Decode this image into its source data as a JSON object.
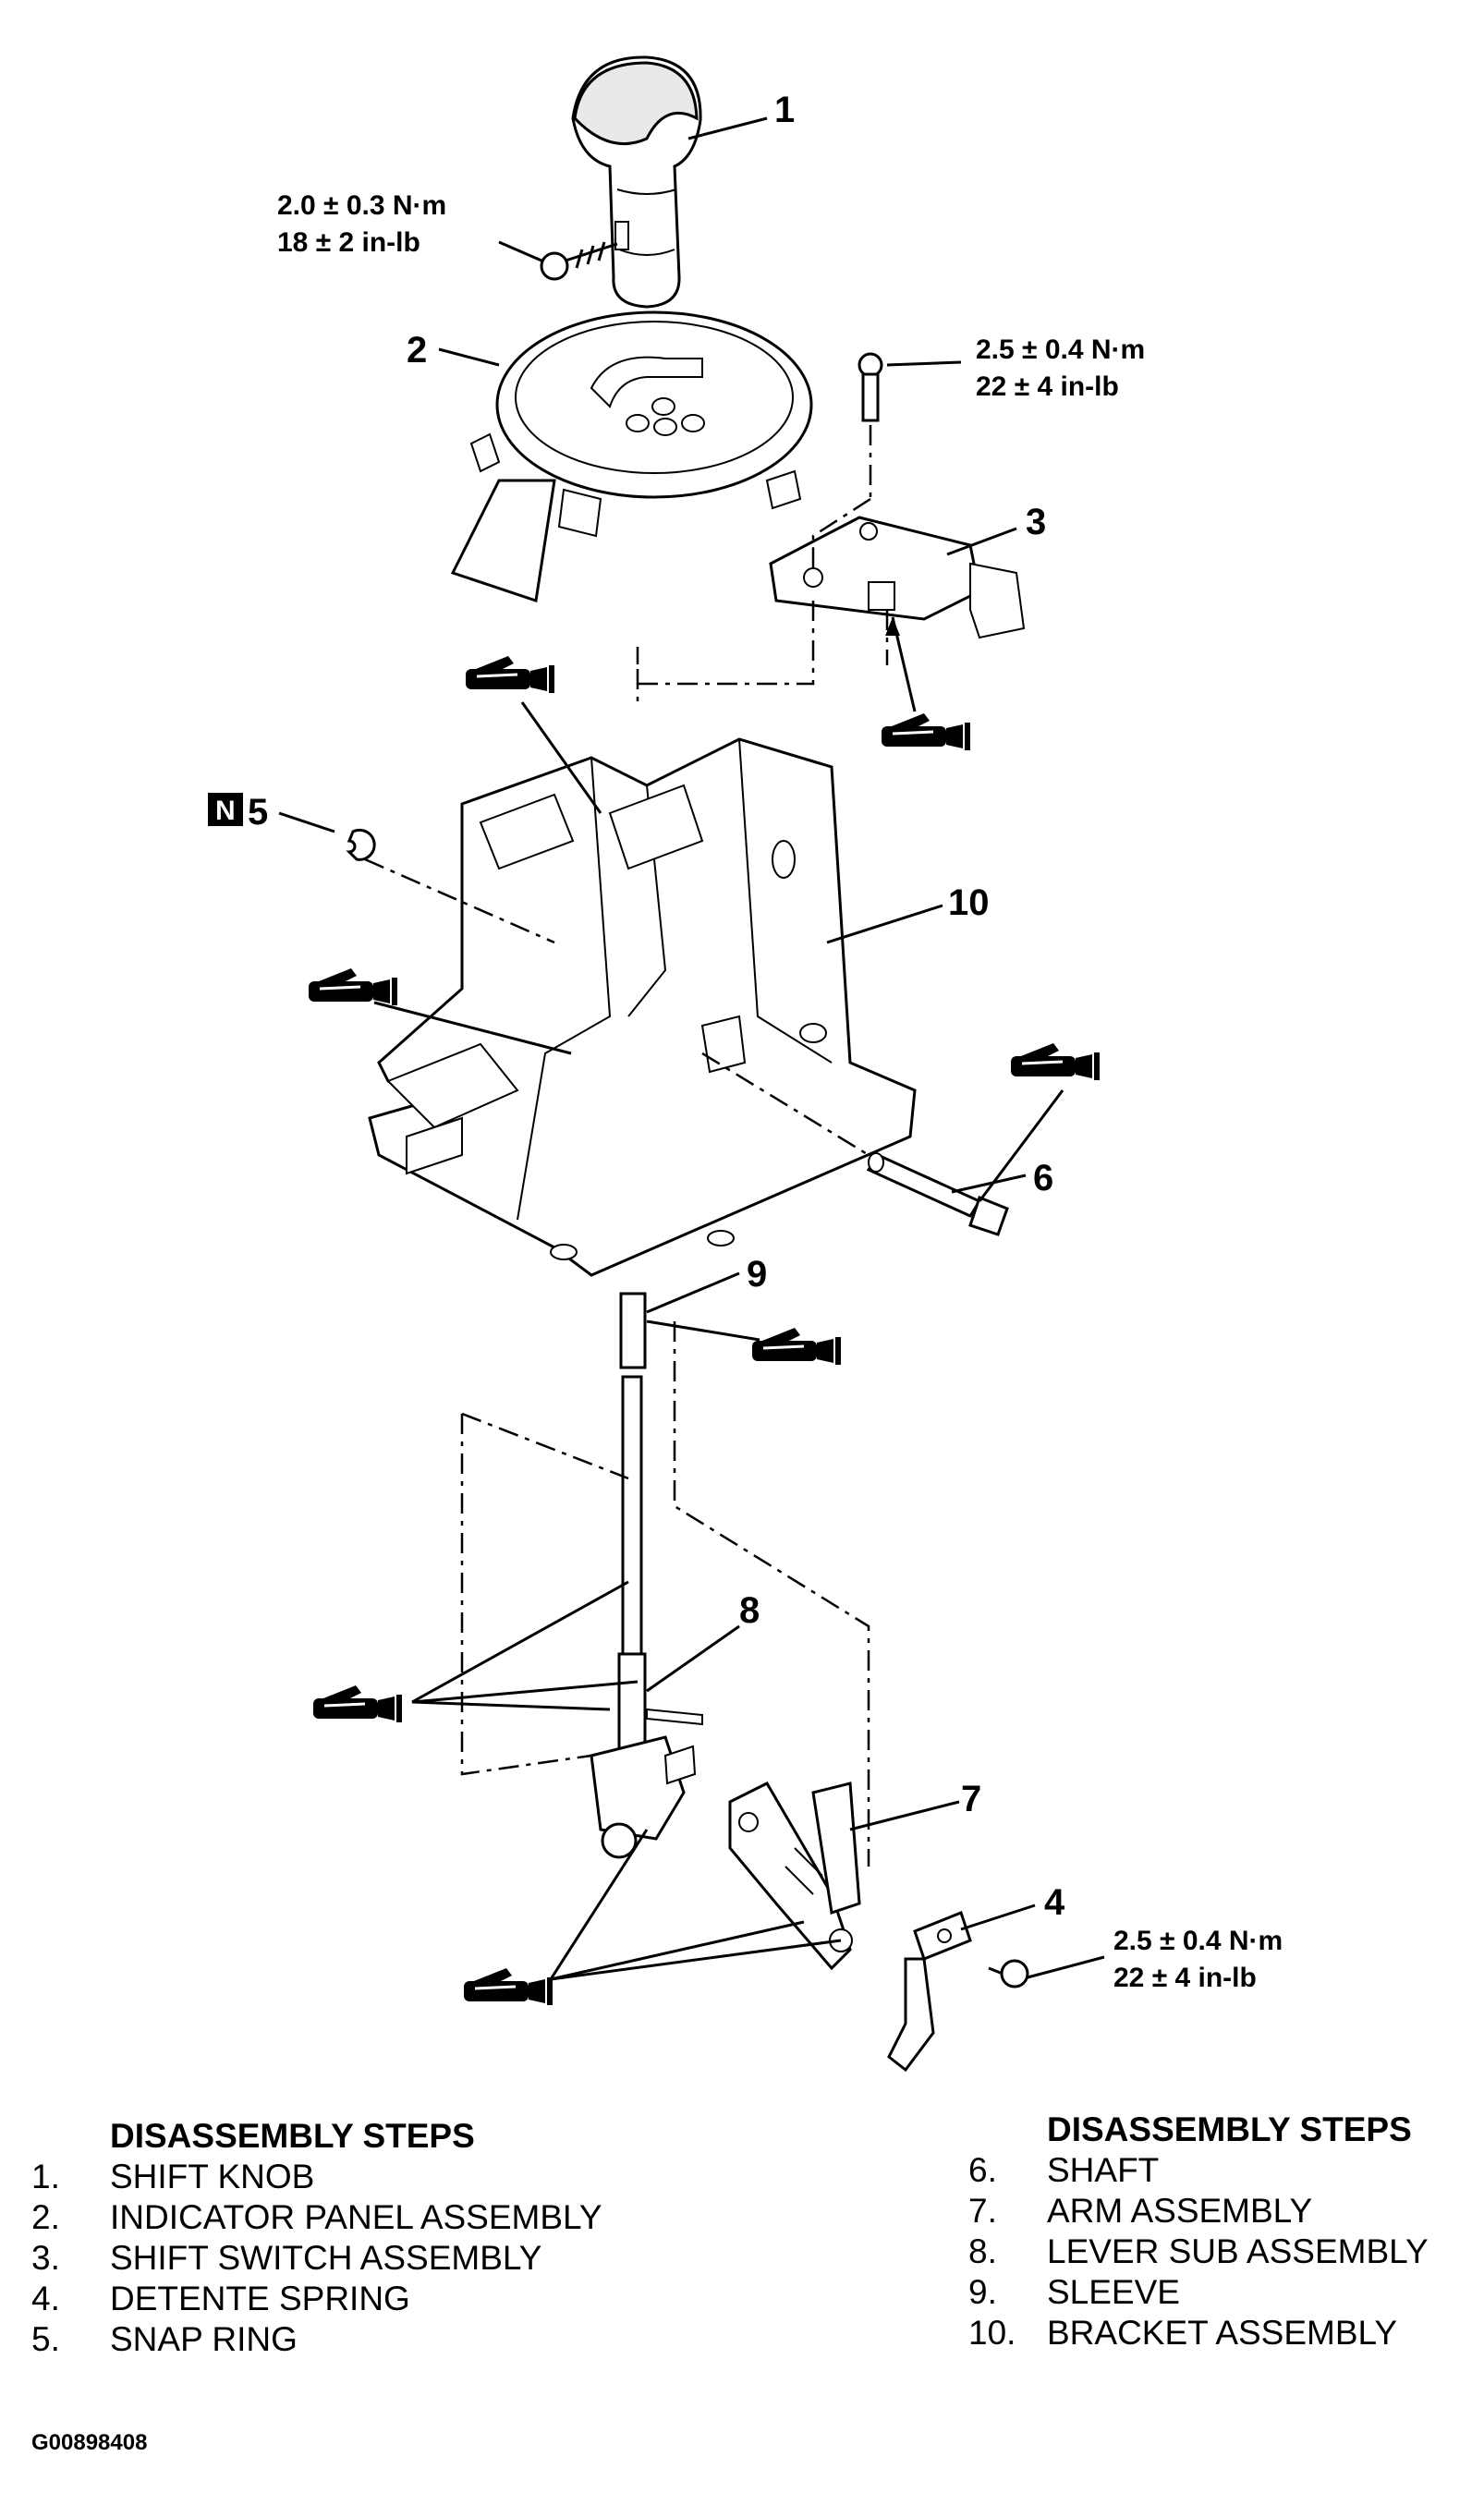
{
  "callouts": {
    "c1": "1",
    "c2": "2",
    "c3": "3",
    "c4": "4",
    "c5": "5",
    "c5_badge": "N",
    "c6": "6",
    "c7": "7",
    "c8": "8",
    "c9": "9",
    "c10": "10"
  },
  "torque": {
    "knob_screw": {
      "metric": "2.0 ± 0.3 N·m",
      "imperial": "18 ± 2 in-lb"
    },
    "switch_bolt": {
      "metric": "2.5 ± 0.4 N·m",
      "imperial": "22 ± 4 in-lb"
    },
    "spring_screw": {
      "metric": "2.5 ± 0.4 N·m",
      "imperial": "22 ± 4 in-lb"
    }
  },
  "legend_left": {
    "header": "DISASSEMBLY STEPS",
    "items": [
      {
        "num": "1.",
        "label": "SHIFT KNOB"
      },
      {
        "num": "2.",
        "label": "INDICATOR PANEL ASSEMBLY"
      },
      {
        "num": "3.",
        "label": "SHIFT SWITCH ASSEMBLY"
      },
      {
        "num": "4.",
        "label": "DETENTE SPRING"
      },
      {
        "num": "5.",
        "label": "SNAP RING"
      }
    ]
  },
  "legend_right": {
    "header": "DISASSEMBLY STEPS",
    "items": [
      {
        "num": "6.",
        "label": "SHAFT"
      },
      {
        "num": "7.",
        "label": "ARM ASSEMBLY"
      },
      {
        "num": "8.",
        "label": "LEVER SUB ASSEMBLY"
      },
      {
        "num": "9.",
        "label": "SLEEVE"
      },
      {
        "num": "10.",
        "label": "BRACKET ASSEMBLY"
      }
    ]
  },
  "figure_id": "G00898408",
  "icons": [
    "grease-applicator-icon",
    "non-reusable-part-icon"
  ]
}
